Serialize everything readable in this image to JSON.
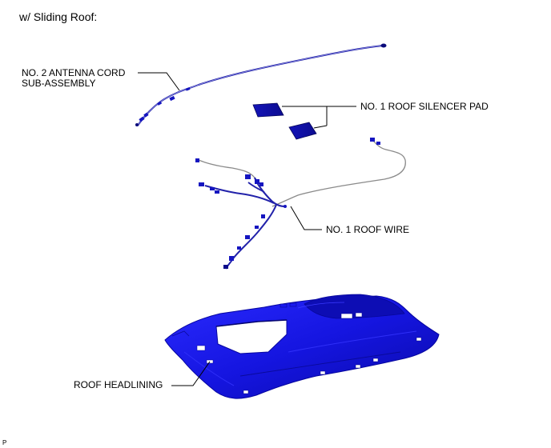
{
  "header": {
    "title": "w/ Sliding Roof:"
  },
  "labels": {
    "antenna_cord_line1": "NO. 2 ANTENNA CORD",
    "antenna_cord_line2": "SUB-ASSEMBLY",
    "roof_silencer_pad": "NO. 1 ROOF SILENCER PAD",
    "roof_wire": "NO. 1 ROOF WIRE",
    "roof_headlining": "ROOF HEADLINING"
  },
  "footer": {
    "corner_mark": "P"
  },
  "colors": {
    "part_blue": "#1010e0",
    "part_dark_blue": "#0a0a8a",
    "wire_gray": "#9a9a9a",
    "leader": "#000000"
  }
}
